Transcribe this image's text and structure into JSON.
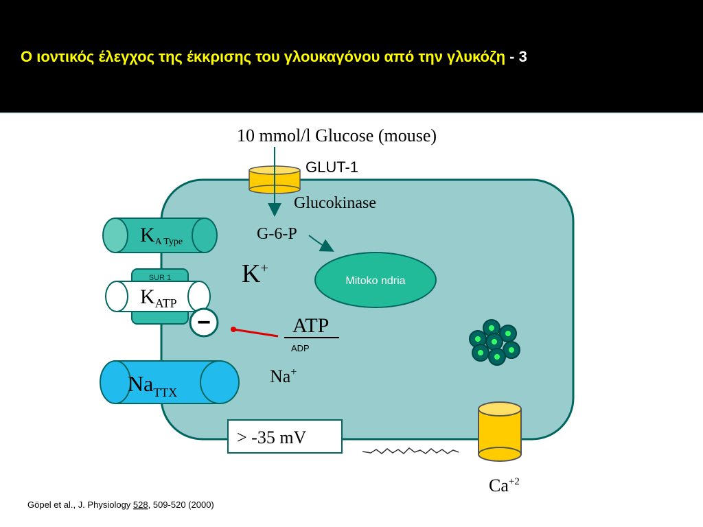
{
  "slide": {
    "title": "Ο ιοντικός έλεγχος της  έκκρισης του γλουκαγόνου από την γλυκόζη",
    "title_suffix": " - 3"
  },
  "diagram": {
    "glucose_label": "10 mmol/l Glucose (mouse)",
    "glut_label": "GLUT-1",
    "glucokinase_label": "Glucokinase",
    "g6p_label": "G-6-P",
    "mitochondria_label": "Mitoko ndria",
    "k_ion": "K",
    "k_charge": "+",
    "ka_main": "K",
    "ka_sub": "A Type",
    "sur_label": "SUR 1",
    "katp_main": "K",
    "katp_sub": "ATP",
    "minus_sign": "−",
    "atp_label": "ATP",
    "adp_label": "ADP",
    "na_ion": "Na",
    "na_charge": "+",
    "nattx_main": "Na",
    "nattx_sub": "TTX",
    "voltage_label": "> -35  mV",
    "ca_main": "Ca",
    "ca_charge": "+2",
    "citation_prefix": "Göpel et al., J. Physiology ",
    "citation_volume": "528",
    "citation_suffix": ",  509-520 (2000)"
  },
  "colors": {
    "cell_fill": "#99cccc",
    "cell_stroke": "#00665f",
    "channel_teal": "#33bbaa",
    "mito_fill": "#22bb99",
    "na_channel": "#22bbee",
    "ca_channel": "#ffcc00",
    "title_text": "#ffff00",
    "inhibit_line": "#dd0000"
  }
}
